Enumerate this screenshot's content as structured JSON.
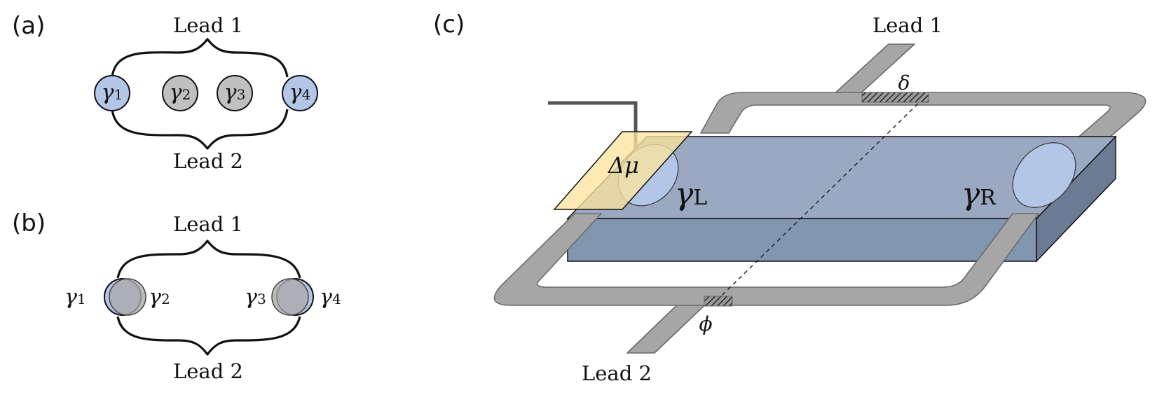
{
  "panels": {
    "a": {
      "label": "(a)",
      "lead_top": "Lead 1",
      "lead_bottom": "Lead 2",
      "majoranas": [
        {
          "sym": "γ",
          "sub": "1",
          "color": "#b4c6e7"
        },
        {
          "sym": "γ",
          "sub": "2",
          "color": "#c0c0c0"
        },
        {
          "sym": "γ",
          "sub": "3",
          "color": "#c0c0c0"
        },
        {
          "sym": "γ",
          "sub": "4",
          "color": "#b4c6e7"
        }
      ]
    },
    "b": {
      "label": "(b)",
      "lead_top": "Lead 1",
      "lead_bottom": "Lead 2",
      "majoranas": [
        {
          "sym": "γ",
          "sub": "1"
        },
        {
          "sym": "γ",
          "sub": "2"
        },
        {
          "sym": "γ",
          "sub": "3"
        },
        {
          "sym": "γ",
          "sub": "4"
        }
      ]
    },
    "c": {
      "label": "(c)",
      "lead_top": "Lead 1",
      "lead_bottom": "Lead 2",
      "flux_top": "δ",
      "flux_bottom": "ϕ",
      "gate": "Δμ",
      "gamma_left": {
        "sym": "γ",
        "sub": "L"
      },
      "gamma_right": {
        "sym": "γ",
        "sub": "R"
      }
    }
  },
  "colors": {
    "majorana_blue": "#b4c6e7",
    "majorana_gray": "#c0c0c0",
    "wire_top": "#9aa9c1",
    "wire_front": "#8296b0",
    "wire_side": "#6b7b93",
    "lead_strip": "#a6a6a6",
    "gate": "#fbe39e"
  }
}
